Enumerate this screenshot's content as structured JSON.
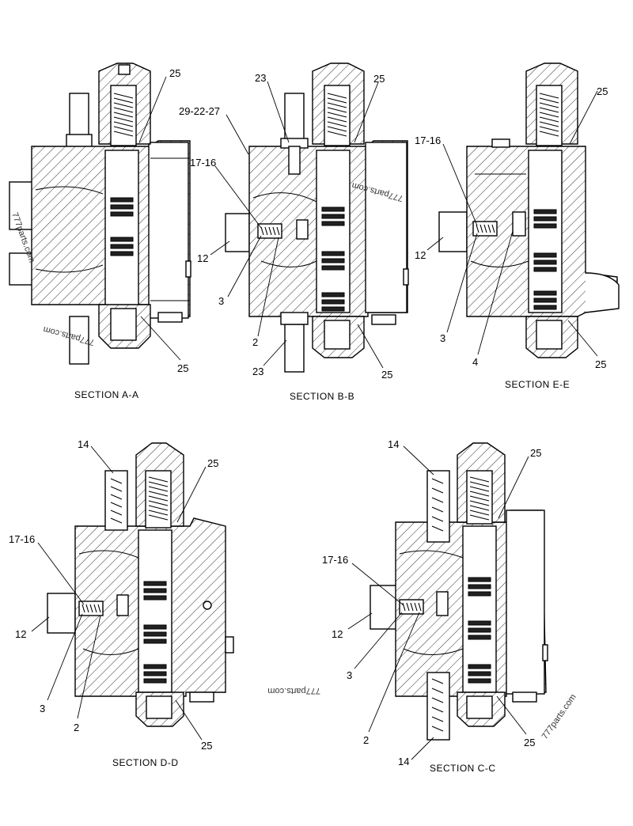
{
  "sections": [
    {
      "id": "a",
      "title": "SECTION  A-A",
      "callouts": [
        "25",
        "25"
      ]
    },
    {
      "id": "b",
      "title": "SECTION  B-B",
      "callouts": [
        "23",
        "25",
        "29-22-27",
        "17-16",
        "12",
        "3",
        "2",
        "23",
        "25"
      ]
    },
    {
      "id": "e",
      "title": "SECTION  E-E",
      "callouts": [
        "25",
        "17-16",
        "12",
        "3",
        "4",
        "25"
      ]
    },
    {
      "id": "d",
      "title": "SECTION  D-D",
      "callouts": [
        "14",
        "25",
        "17-16",
        "12",
        "3",
        "2",
        "25"
      ]
    },
    {
      "id": "c",
      "title": "SECTION  C-C",
      "callouts": [
        "14",
        "25",
        "17-16",
        "12",
        "3",
        "2",
        "25",
        "14"
      ]
    }
  ],
  "watermarks": [
    "777parts.com",
    "777parts.com",
    "777parts.com",
    "777parts.com",
    "777parts.com"
  ]
}
